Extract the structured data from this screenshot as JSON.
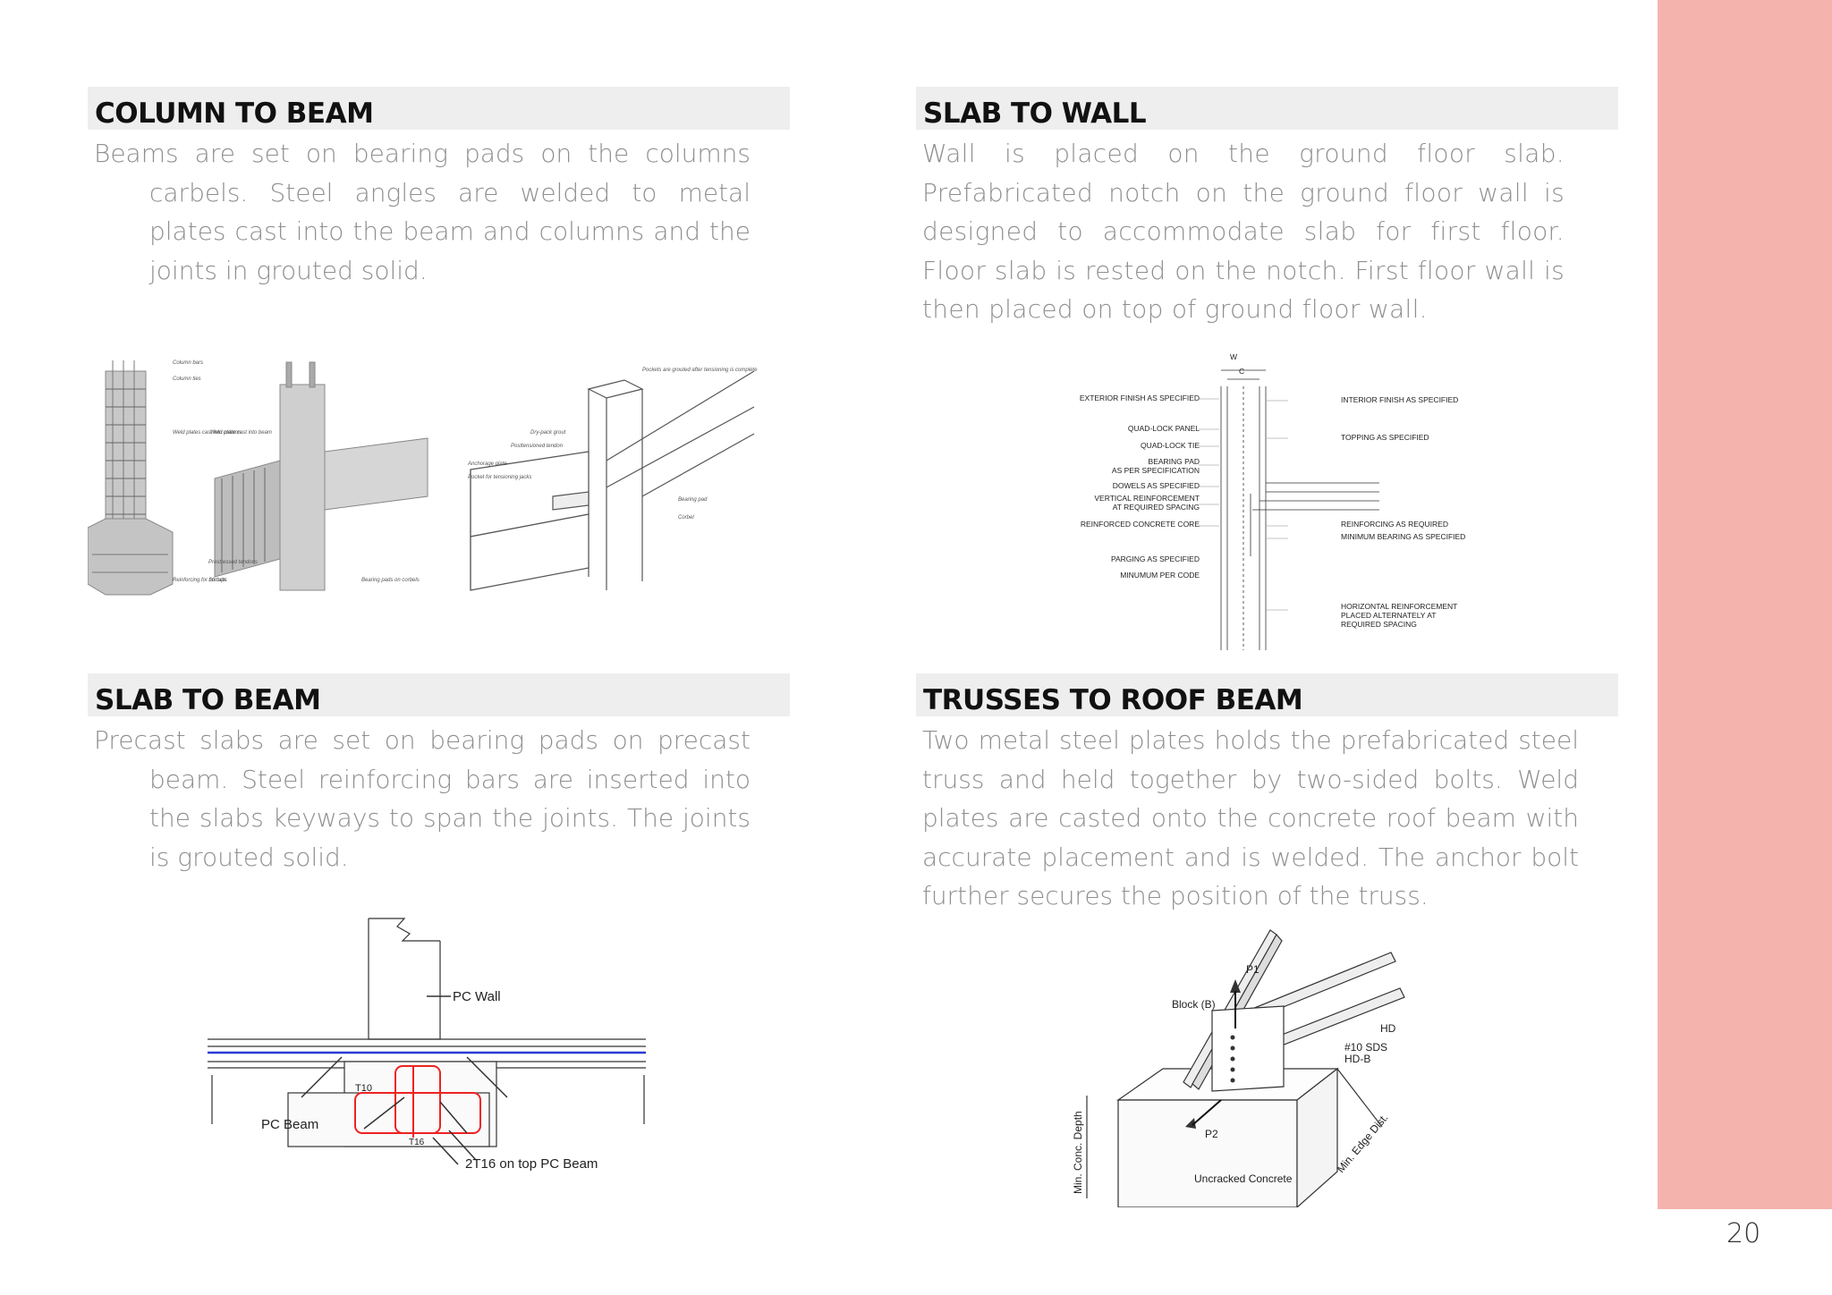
{
  "page_number": "20",
  "accent_color": "#f5b3ae",
  "sections": {
    "column_to_beam": {
      "title": "COLUMN TO BEAM",
      "text": "Beams are set on bearing pads on the columns carbels. Steel angles are welded to metal plates cast into the beam and columns and the joints in grouted solid.",
      "figure_labels": [
        "Column bars",
        "Column ties",
        "Weld plates cast into column",
        "Weld plate cast into beam",
        "Reinforcing for corbels",
        "Stirrups",
        "Prestressed tendons",
        "Bearing pads on corbels",
        "Dry-pack grout",
        "Posttensioned tendon",
        "Anchorage plate",
        "Pocket for tensioning jacks",
        "Pockets are grouted after tensioning is complete",
        "Bearing pad",
        "Corbel"
      ]
    },
    "slab_to_wall": {
      "title": "SLAB TO WALL",
      "text": "Wall is placed on the ground floor slab. Prefabricated notch on the ground floor wall is designed to accommodate slab for first floor. Floor slab is rested on the notch. First floor wall is then placed on top of ground floor wall.",
      "figure_labels": [
        "W",
        "C",
        "EXTERIOR FINISH AS SPECIFIED",
        "QUAD-LOCK PANEL",
        "QUAD-LOCK TIE",
        "BEARING PAD",
        "AS PER SPECIFICATION",
        "DOWELS AS SPECIFIED",
        "VERTICAL REINFORCEMENT",
        "AT REQUIRED SPACING",
        "REINFORCED CONCRETE CORE",
        "PARGING AS SPECIFIED",
        "MINUMUM PER CODE",
        "INTERIOR FINISH AS SPECIFIED",
        "TOPPING AS SPECIFIED",
        "REINFORCING AS REQUIRED",
        "MINIMUM BEARING AS SPECIFIED",
        "HORIZONTAL REINFORCEMENT",
        "PLACED ALTERNATELY AT",
        "REQUIRED SPACING"
      ]
    },
    "slab_to_beam": {
      "title": "SLAB TO BEAM",
      "text": "Precast slabs are set on bearing pads on precast beam. Steel reinforcing bars are inserted into the slabs keyways to span the joints. The joints is grouted solid.",
      "figure_labels": [
        "PC Wall",
        "PC Beam",
        "T16",
        "T10",
        "2T16 on top PC Beam"
      ]
    },
    "trusses_to_roof_beam": {
      "title": "TRUSSES TO ROOF BEAM",
      "text": "Two metal steel plates holds the prefabricated steel truss and held together by two-sided bolts. Weld plates are casted onto the concrete roof beam with accurate placement and is welded. The anchor bolt further secures the position of the truss.",
      "figure_labels": [
        "P1",
        "Block (B)",
        "HD",
        "#10 SDS",
        "HD-B",
        "P2",
        "Min. Conc. Depth",
        "Uncracked Concrete",
        "Min. Edge Dist."
      ]
    }
  }
}
